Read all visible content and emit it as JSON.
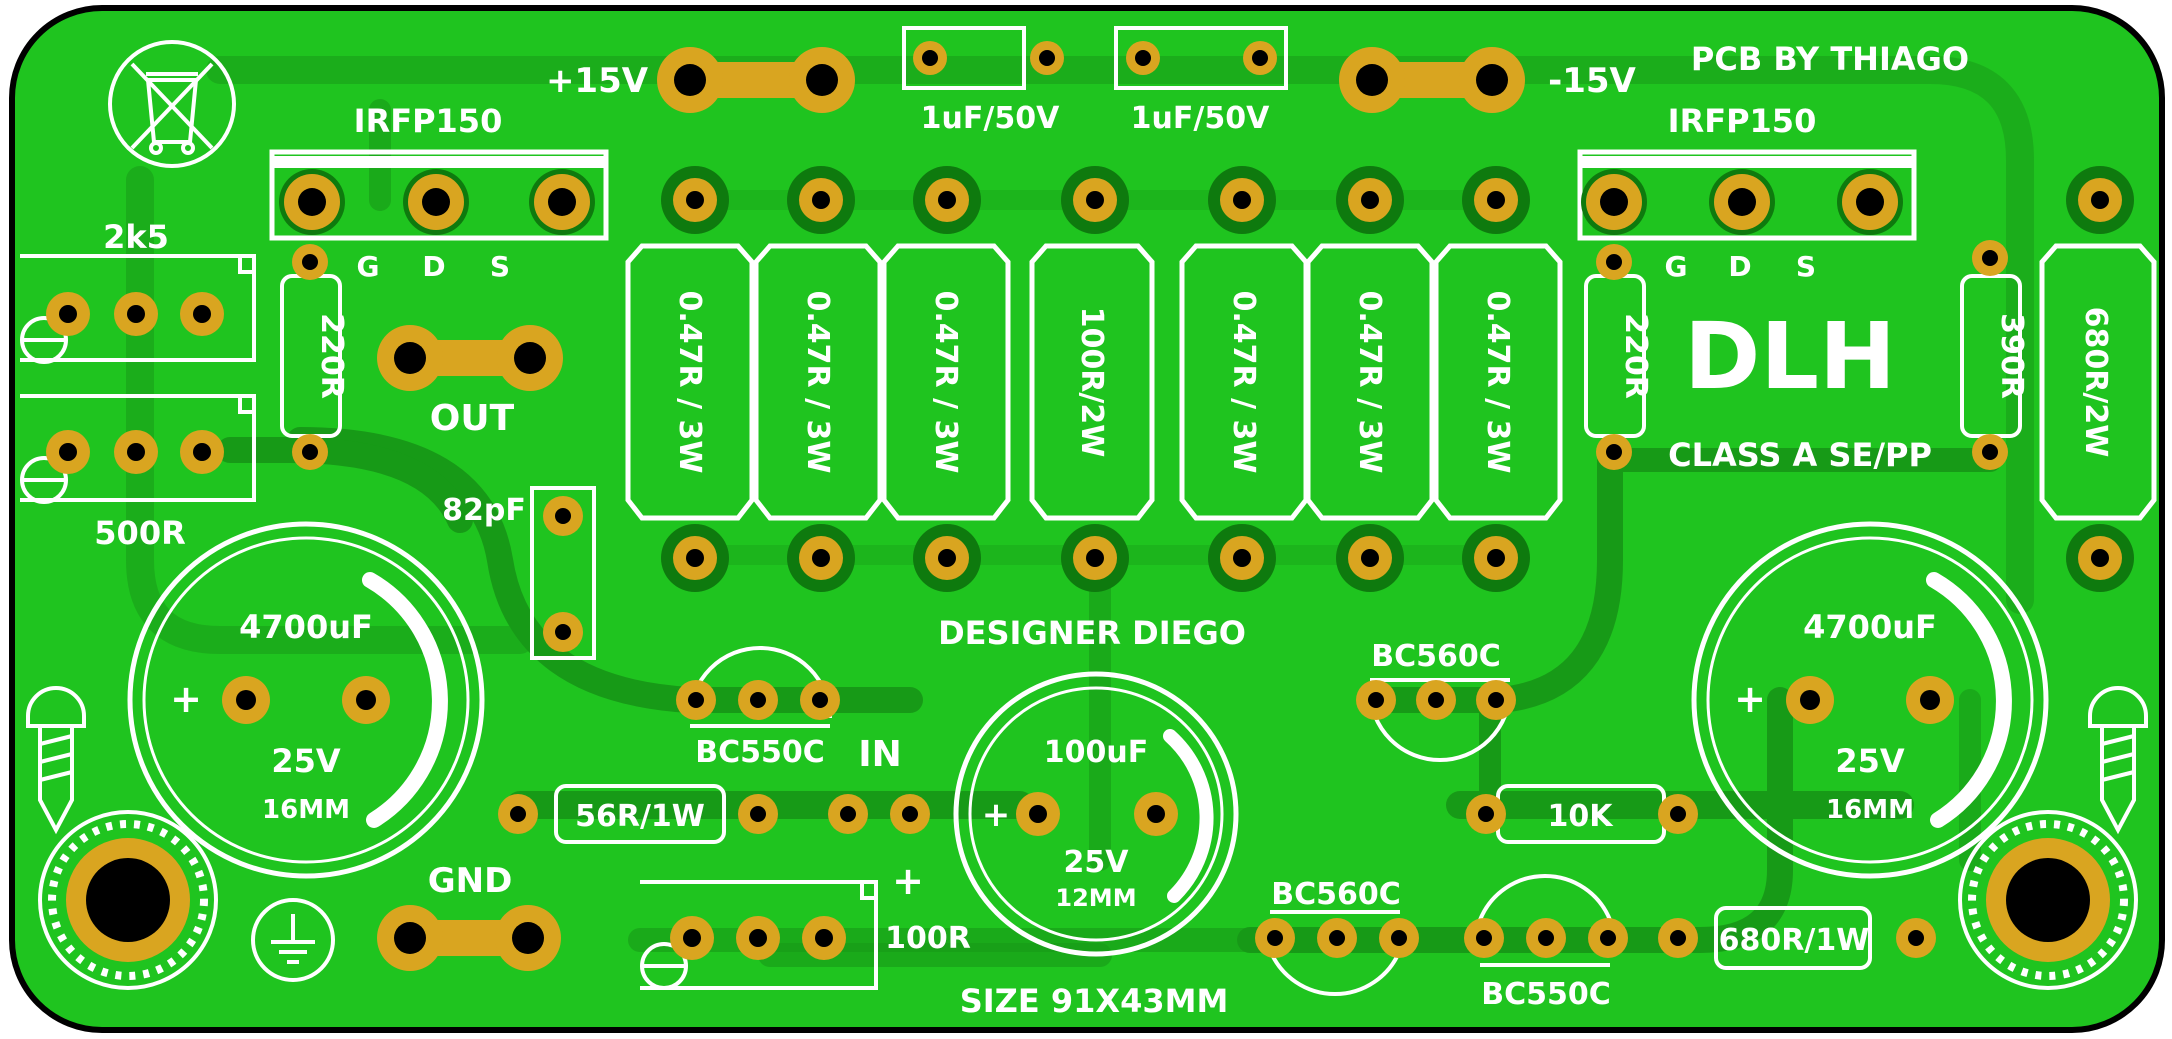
{
  "colors": {
    "board": "#1fc41f",
    "trace": "#179a17",
    "trace_edge": "#0e7a0e",
    "pad": "#d9a520",
    "hole": "#000000",
    "silk": "#ffffff",
    "outline": "#000000"
  },
  "texts": {
    "credit": "PCB BY THIAGO",
    "designer": "DESIGNER DIEGO",
    "size": "SIZE 91X43MM",
    "brand": "DLH",
    "brand_sub": "CLASS A SE/PP",
    "v_pos": "+15V",
    "v_neg": "-15V",
    "cap_top_left": "1uF/50V",
    "cap_top_right": "1uF/50V",
    "mosfet_left": "IRFP150",
    "mosfet_right": "IRFP150",
    "pin_g": "G",
    "pin_d": "D",
    "pin_s": "S",
    "pot_2k5": "2k5",
    "pot_500r": "500R",
    "pot_100r": "100R",
    "res_gate_left": "220R",
    "res_gate_right": "220R",
    "res_390r": "390R",
    "res_680r_2w": "680R/2W",
    "res_047_1": "0.47R / 3W",
    "res_047_2": "0.47R / 3W",
    "res_047_3": "0.47R / 3W",
    "res_100r_2w": "100R/2W",
    "res_047_4": "0.47R / 3W",
    "res_047_5": "0.47R / 3W",
    "res_047_6": "0.47R / 3W",
    "out": "OUT",
    "cap_82pf": "82pF",
    "cap_big_left_value": "4700uF",
    "cap_big_left_voltage": "25V",
    "cap_big_left_size": "16MM",
    "cap_big_right_value": "4700uF",
    "cap_big_right_voltage": "25V",
    "cap_big_right_size": "16MM",
    "cap_mid_value": "100uF",
    "cap_mid_voltage": "25V",
    "cap_mid_size": "12MM",
    "plus": "+",
    "q_bc550c_1": "BC550C",
    "q_bc550c_2": "BC550C",
    "q_bc560c_1": "BC560C",
    "q_bc560c_2": "BC560C",
    "res_56r": "56R/1W",
    "res_10k": "10K",
    "res_680r_1w": "680R/1W",
    "in": "IN",
    "gnd": "GND"
  }
}
